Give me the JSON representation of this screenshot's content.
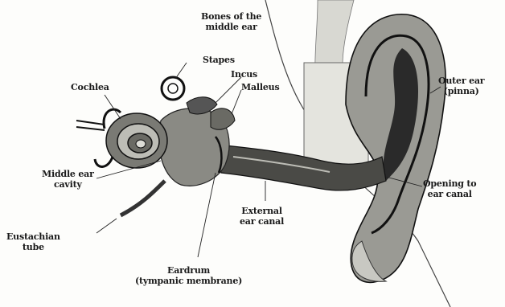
{
  "labels": {
    "bones_line1": "Bones of the",
    "bones_line2": "middle ear",
    "stapes": "Stapes",
    "incus": "Incus",
    "malleus": "Malleus",
    "cochlea": "Cochlea",
    "outer_line1": "Outer ear",
    "outer_line2": "(pinna)",
    "middle_line1": "Middle ear",
    "middle_line2": "cavity",
    "opening_line1": "Opening to",
    "opening_line2": "ear canal",
    "external_line1": "External",
    "external_line2": "ear canal",
    "eustachian_line1": "Eustachian",
    "eustachian_line2": "tube",
    "eardrum_line1": "Eardrum",
    "eardrum_line2": "(tympanic membrane)"
  }
}
